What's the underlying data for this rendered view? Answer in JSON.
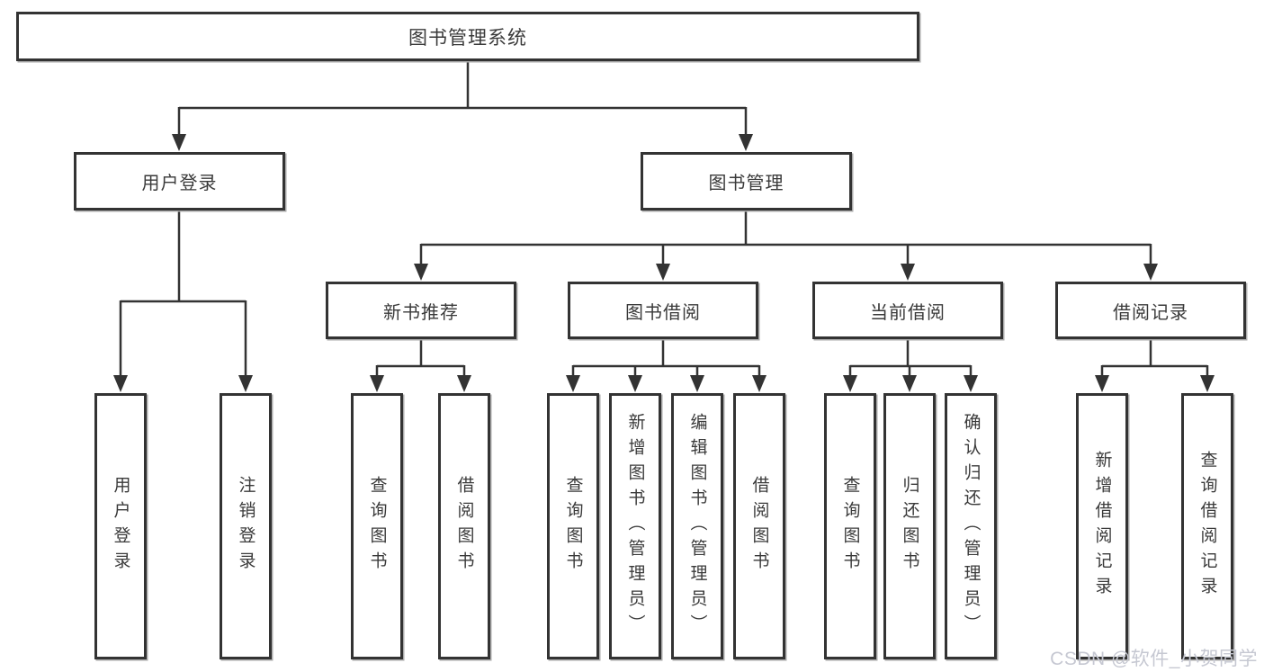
{
  "diagram": {
    "root": {
      "label": "图书管理系统"
    },
    "level2": [
      {
        "label": "用户登录"
      },
      {
        "label": "图书管理"
      }
    ],
    "level3": [
      {
        "label": "新书推荐"
      },
      {
        "label": "图书借阅"
      },
      {
        "label": "当前借阅"
      },
      {
        "label": "借阅记录"
      }
    ],
    "leaves": {
      "user_login": [
        "用户登录",
        "注销登录"
      ],
      "new_book": [
        "查询图书",
        "借阅图书"
      ],
      "book_borrow": [
        "查询图书",
        "新增图书（管理员）",
        "编辑图书（管理员）",
        "借阅图书"
      ],
      "current_borrow": [
        "查询图书",
        "归还图书",
        "确认归还（管理员）"
      ],
      "borrow_record": [
        "新增借阅记录",
        "查询借阅记录"
      ]
    },
    "watermark": "CSDN @软件_小贺同学",
    "colors": {
      "line": "#333333",
      "box_border": "#333333",
      "text": "#3a3a3a",
      "box_shadow": "#ababab",
      "watermark": "#c6c8d2",
      "background": "#ffffff"
    }
  }
}
